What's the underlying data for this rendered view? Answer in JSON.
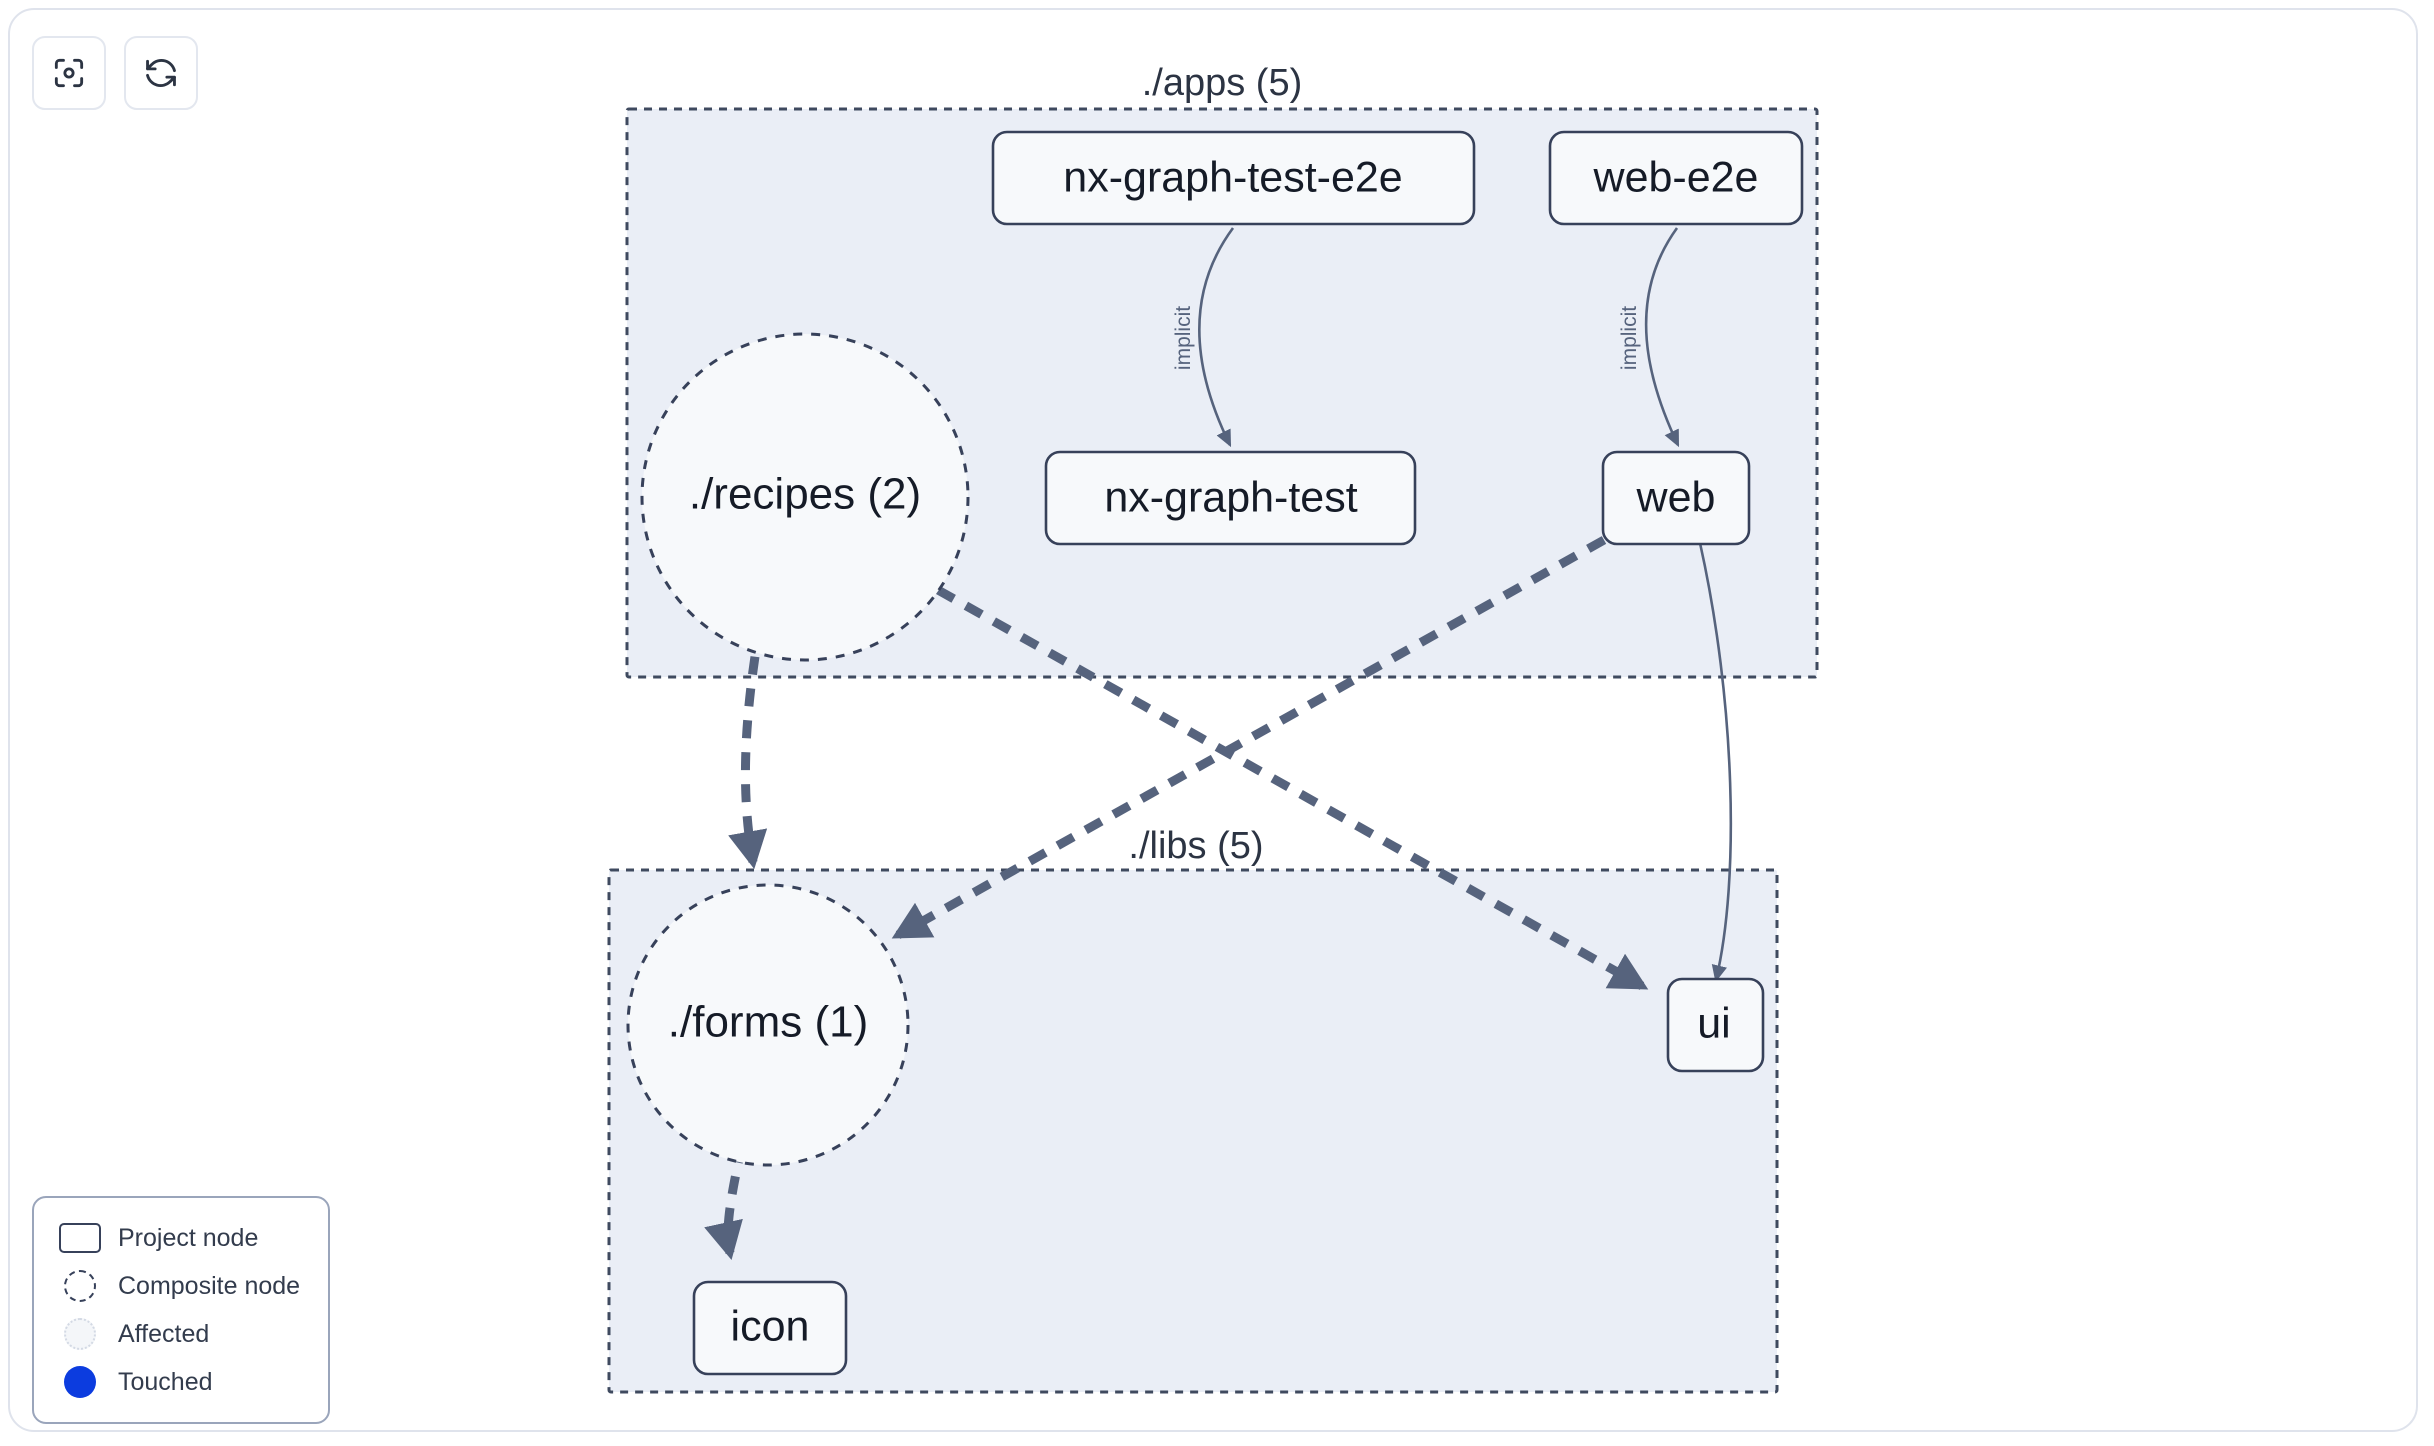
{
  "toolbar": {
    "buttons": [
      {
        "name": "focus-graph-button",
        "icon": "focus-target-icon",
        "label": ""
      },
      {
        "name": "refresh-graph-button",
        "icon": "refresh-icon",
        "label": ""
      }
    ]
  },
  "graph": {
    "groups": [
      {
        "id": "apps",
        "label": "./apps (5)",
        "count": 5
      },
      {
        "id": "libs",
        "label": "./libs (5)",
        "count": 5
      }
    ],
    "nodes": [
      {
        "id": "nx-graph-test-e2e",
        "label": "nx-graph-test-e2e",
        "type": "project",
        "group": "apps"
      },
      {
        "id": "web-e2e",
        "label": "web-e2e",
        "type": "project",
        "group": "apps"
      },
      {
        "id": "recipes",
        "label": "./recipes (2)",
        "type": "composite",
        "group": "apps"
      },
      {
        "id": "nx-graph-test",
        "label": "nx-graph-test",
        "type": "project",
        "group": "apps"
      },
      {
        "id": "web",
        "label": "web",
        "type": "project",
        "group": "apps"
      },
      {
        "id": "forms",
        "label": "./forms (1)",
        "type": "composite",
        "group": "libs"
      },
      {
        "id": "ui",
        "label": "ui",
        "type": "project",
        "group": "libs"
      },
      {
        "id": "icon",
        "label": "icon",
        "type": "project",
        "group": "libs"
      }
    ],
    "edges": [
      {
        "from": "nx-graph-test-e2e",
        "to": "nx-graph-test",
        "label": "implicit",
        "style": "thin"
      },
      {
        "from": "web-e2e",
        "to": "web",
        "label": "implicit",
        "style": "thin"
      },
      {
        "from": "web",
        "to": "ui",
        "label": "",
        "style": "thin"
      },
      {
        "from": "recipes",
        "to": "forms",
        "label": "",
        "style": "thick-dashed"
      },
      {
        "from": "recipes",
        "to": "ui",
        "label": "",
        "style": "thick-dashed"
      },
      {
        "from": "web",
        "to": "forms",
        "label": "",
        "style": "thick-dashed"
      },
      {
        "from": "forms",
        "to": "icon",
        "label": "",
        "style": "thick-dashed"
      }
    ],
    "edge_label_implicit_1": "implicit",
    "edge_label_implicit_2": "implicit"
  },
  "legend": {
    "items": [
      {
        "key": "project-node",
        "label": "Project node"
      },
      {
        "key": "composite-node",
        "label": "Composite node"
      },
      {
        "key": "affected",
        "label": "Affected"
      },
      {
        "key": "touched",
        "label": "Touched"
      }
    ]
  },
  "colors": {
    "group_fill": "#eaeef6",
    "group_stroke": "#3f4a5f",
    "node_fill": "#f7f9fb",
    "node_stroke": "#37415a",
    "edge": "#56637d",
    "touched": "#0c3cdf",
    "canvas_border": "#dfe3ec"
  }
}
